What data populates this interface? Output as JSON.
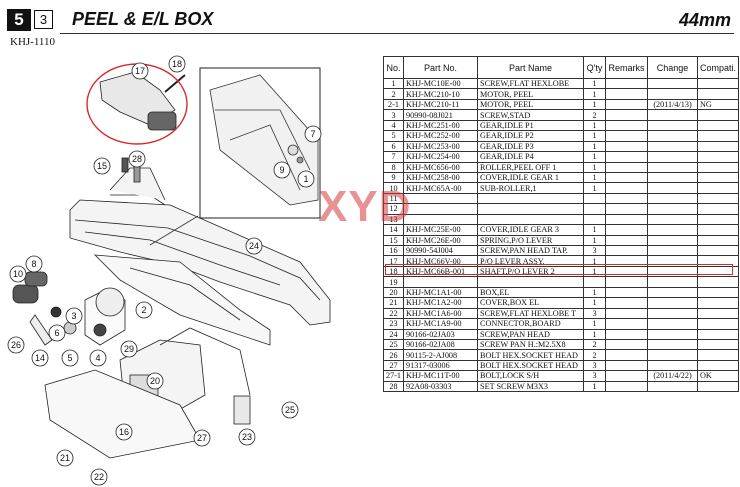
{
  "header": {
    "section": "5",
    "subsection": "3",
    "title": "PEEL & E/L BOX",
    "size": "44mm",
    "model": "KHJ-1110"
  },
  "watermark": "XYD",
  "table": {
    "columns": [
      "No.",
      "Part No.",
      "Part Name",
      "Q'ty",
      "Remarks",
      "Change",
      "Compati."
    ],
    "rows": [
      [
        "1",
        "KHJ-MC10E-00",
        "SCREW,FLAT HEXLOBE",
        "1",
        "",
        "",
        ""
      ],
      [
        "2",
        "KHJ-MC210-10",
        "MOTOR, PEEL",
        "1",
        "",
        "",
        ""
      ],
      [
        "2-1",
        "KHJ-MC210-11",
        "MOTOR, PEEL",
        "1",
        "",
        "(2011/4/13)",
        "NG"
      ],
      [
        "3",
        "90990-08J021",
        "SCREW,STAD",
        "2",
        "",
        "",
        ""
      ],
      [
        "4",
        "KHJ-MC251-00",
        "GEAR,IDLE P1",
        "1",
        "",
        "",
        ""
      ],
      [
        "5",
        "KHJ-MC252-00",
        "GEAR,IDLE P2",
        "1",
        "",
        "",
        ""
      ],
      [
        "6",
        "KHJ-MC253-00",
        "GEAR,IDLE P3",
        "1",
        "",
        "",
        ""
      ],
      [
        "7",
        "KHJ-MC254-00",
        "GEAR,IDLE P4",
        "1",
        "",
        "",
        ""
      ],
      [
        "8",
        "KHJ-MC656-00",
        "ROLLER,PEEL OFF 1",
        "1",
        "",
        "",
        ""
      ],
      [
        "9",
        "KHJ-MC258-00",
        "COVER,IDLE GEAR 1",
        "1",
        "",
        "",
        ""
      ],
      [
        "10",
        "KHJ-MC65A-00",
        "SUB-ROLLER,1",
        "1",
        "",
        "",
        ""
      ],
      [
        "11",
        "",
        "",
        "",
        "",
        "",
        ""
      ],
      [
        "12",
        "",
        "",
        "",
        "",
        "",
        ""
      ],
      [
        "13",
        "",
        "",
        "",
        "",
        "",
        ""
      ],
      [
        "14",
        "KHJ-MC25E-00",
        "COVER,IDLE GEAR 3",
        "1",
        "",
        "",
        ""
      ],
      [
        "15",
        "KHJ-MC26E-00",
        "SPRING,P/O LEVER",
        "1",
        "",
        "",
        ""
      ],
      [
        "16",
        "90990-54J004",
        "SCREW,PAN HEAD TAP.",
        "3",
        "",
        "",
        ""
      ],
      [
        "17",
        "KHJ-MC66V-00",
        "P/O LEVER ASSY.",
        "1",
        "",
        "",
        ""
      ],
      [
        "18",
        "KHJ-MC66B-001",
        "SHAFT,P/O LEVER 2",
        "1",
        "",
        "",
        ""
      ],
      [
        "19",
        "",
        "",
        "",
        "",
        "",
        ""
      ],
      [
        "20",
        "KHJ-MC1A1-00",
        "BOX,EL",
        "1",
        "",
        "",
        ""
      ],
      [
        "21",
        "KHJ-MC1A2-00",
        "COVER,BOX EL",
        "1",
        "",
        "",
        ""
      ],
      [
        "22",
        "KHJ-MC1A6-00",
        "SCREW,FLAT HEXLOBE T",
        "3",
        "",
        "",
        ""
      ],
      [
        "23",
        "KHJ-MC1A9-00",
        "CONNECTOR,BOARD",
        "1",
        "",
        "",
        ""
      ],
      [
        "24",
        "90166-02JA03",
        "SCREW,PAN HEAD",
        "1",
        "",
        "",
        ""
      ],
      [
        "25",
        "90166-02JA08",
        "SCREW PAN H.:M2.5X8",
        "2",
        "",
        "",
        ""
      ],
      [
        "26",
        "90115-2-AJ008",
        "BOLT HEX.SOCKET HEAD",
        "2",
        "",
        "",
        ""
      ],
      [
        "27",
        "91317-03006",
        "BOLT HEX.SOCKET HEAD",
        "3",
        "",
        "",
        ""
      ],
      [
        "27-1",
        "KHJ-MC11T-00",
        "BOLT,LOCK S/H",
        "3",
        "",
        "(2011/4/22)",
        "OK"
      ],
      [
        "28",
        "92A08-03303",
        "SET SCREW  M3X3",
        "1",
        "",
        "",
        ""
      ]
    ]
  },
  "callouts": [
    "17",
    "18",
    "15",
    "28",
    "7",
    "9",
    "1",
    "24",
    "10",
    "8",
    "3",
    "6",
    "5",
    "4",
    "2",
    "26",
    "14",
    "29",
    "20",
    "16",
    "27",
    "23",
    "25",
    "21",
    "22"
  ]
}
